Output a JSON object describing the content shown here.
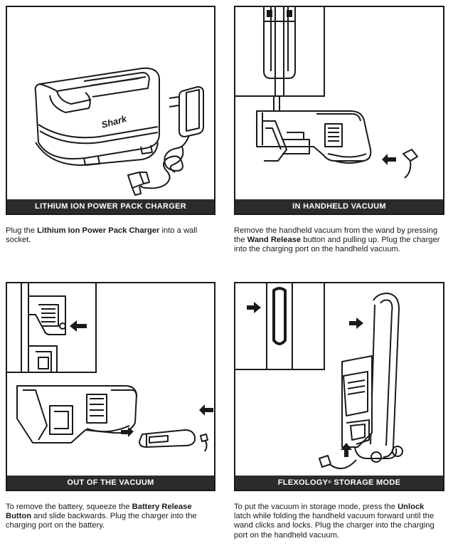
{
  "panels": [
    {
      "caption": "LITHIUM ION POWER PACK CHARGER",
      "charger_logo": "Shark",
      "desc_parts": [
        "Plug the ",
        "Lithium Ion Power Pack Charger",
        " into a wall socket."
      ]
    },
    {
      "caption": "IN HANDHELD VACUUM",
      "desc_parts": [
        "Remove the handheld vacuum from the wand by pressing the ",
        "Wand Release",
        " button and pulling up. Plug the charger into the charging port on the handheld vacuum."
      ]
    },
    {
      "caption": "OUT OF THE VACUUM",
      "desc_parts": [
        "To remove the battery, squeeze the ",
        "Battery Release Button",
        " and slide backwards. Plug the charger into the charging port on the battery."
      ]
    },
    {
      "caption_main": "FLEXOLOGY",
      "caption_mark": "®",
      "caption_rest": " STORAGE MODE",
      "desc_parts": [
        "To put the vacuum in storage mode, press the ",
        "Unlock",
        " latch while folding the handheld vacuum forward until the wand clicks and locks. Plug the charger into the charging port on the handheld vacuum."
      ]
    }
  ]
}
